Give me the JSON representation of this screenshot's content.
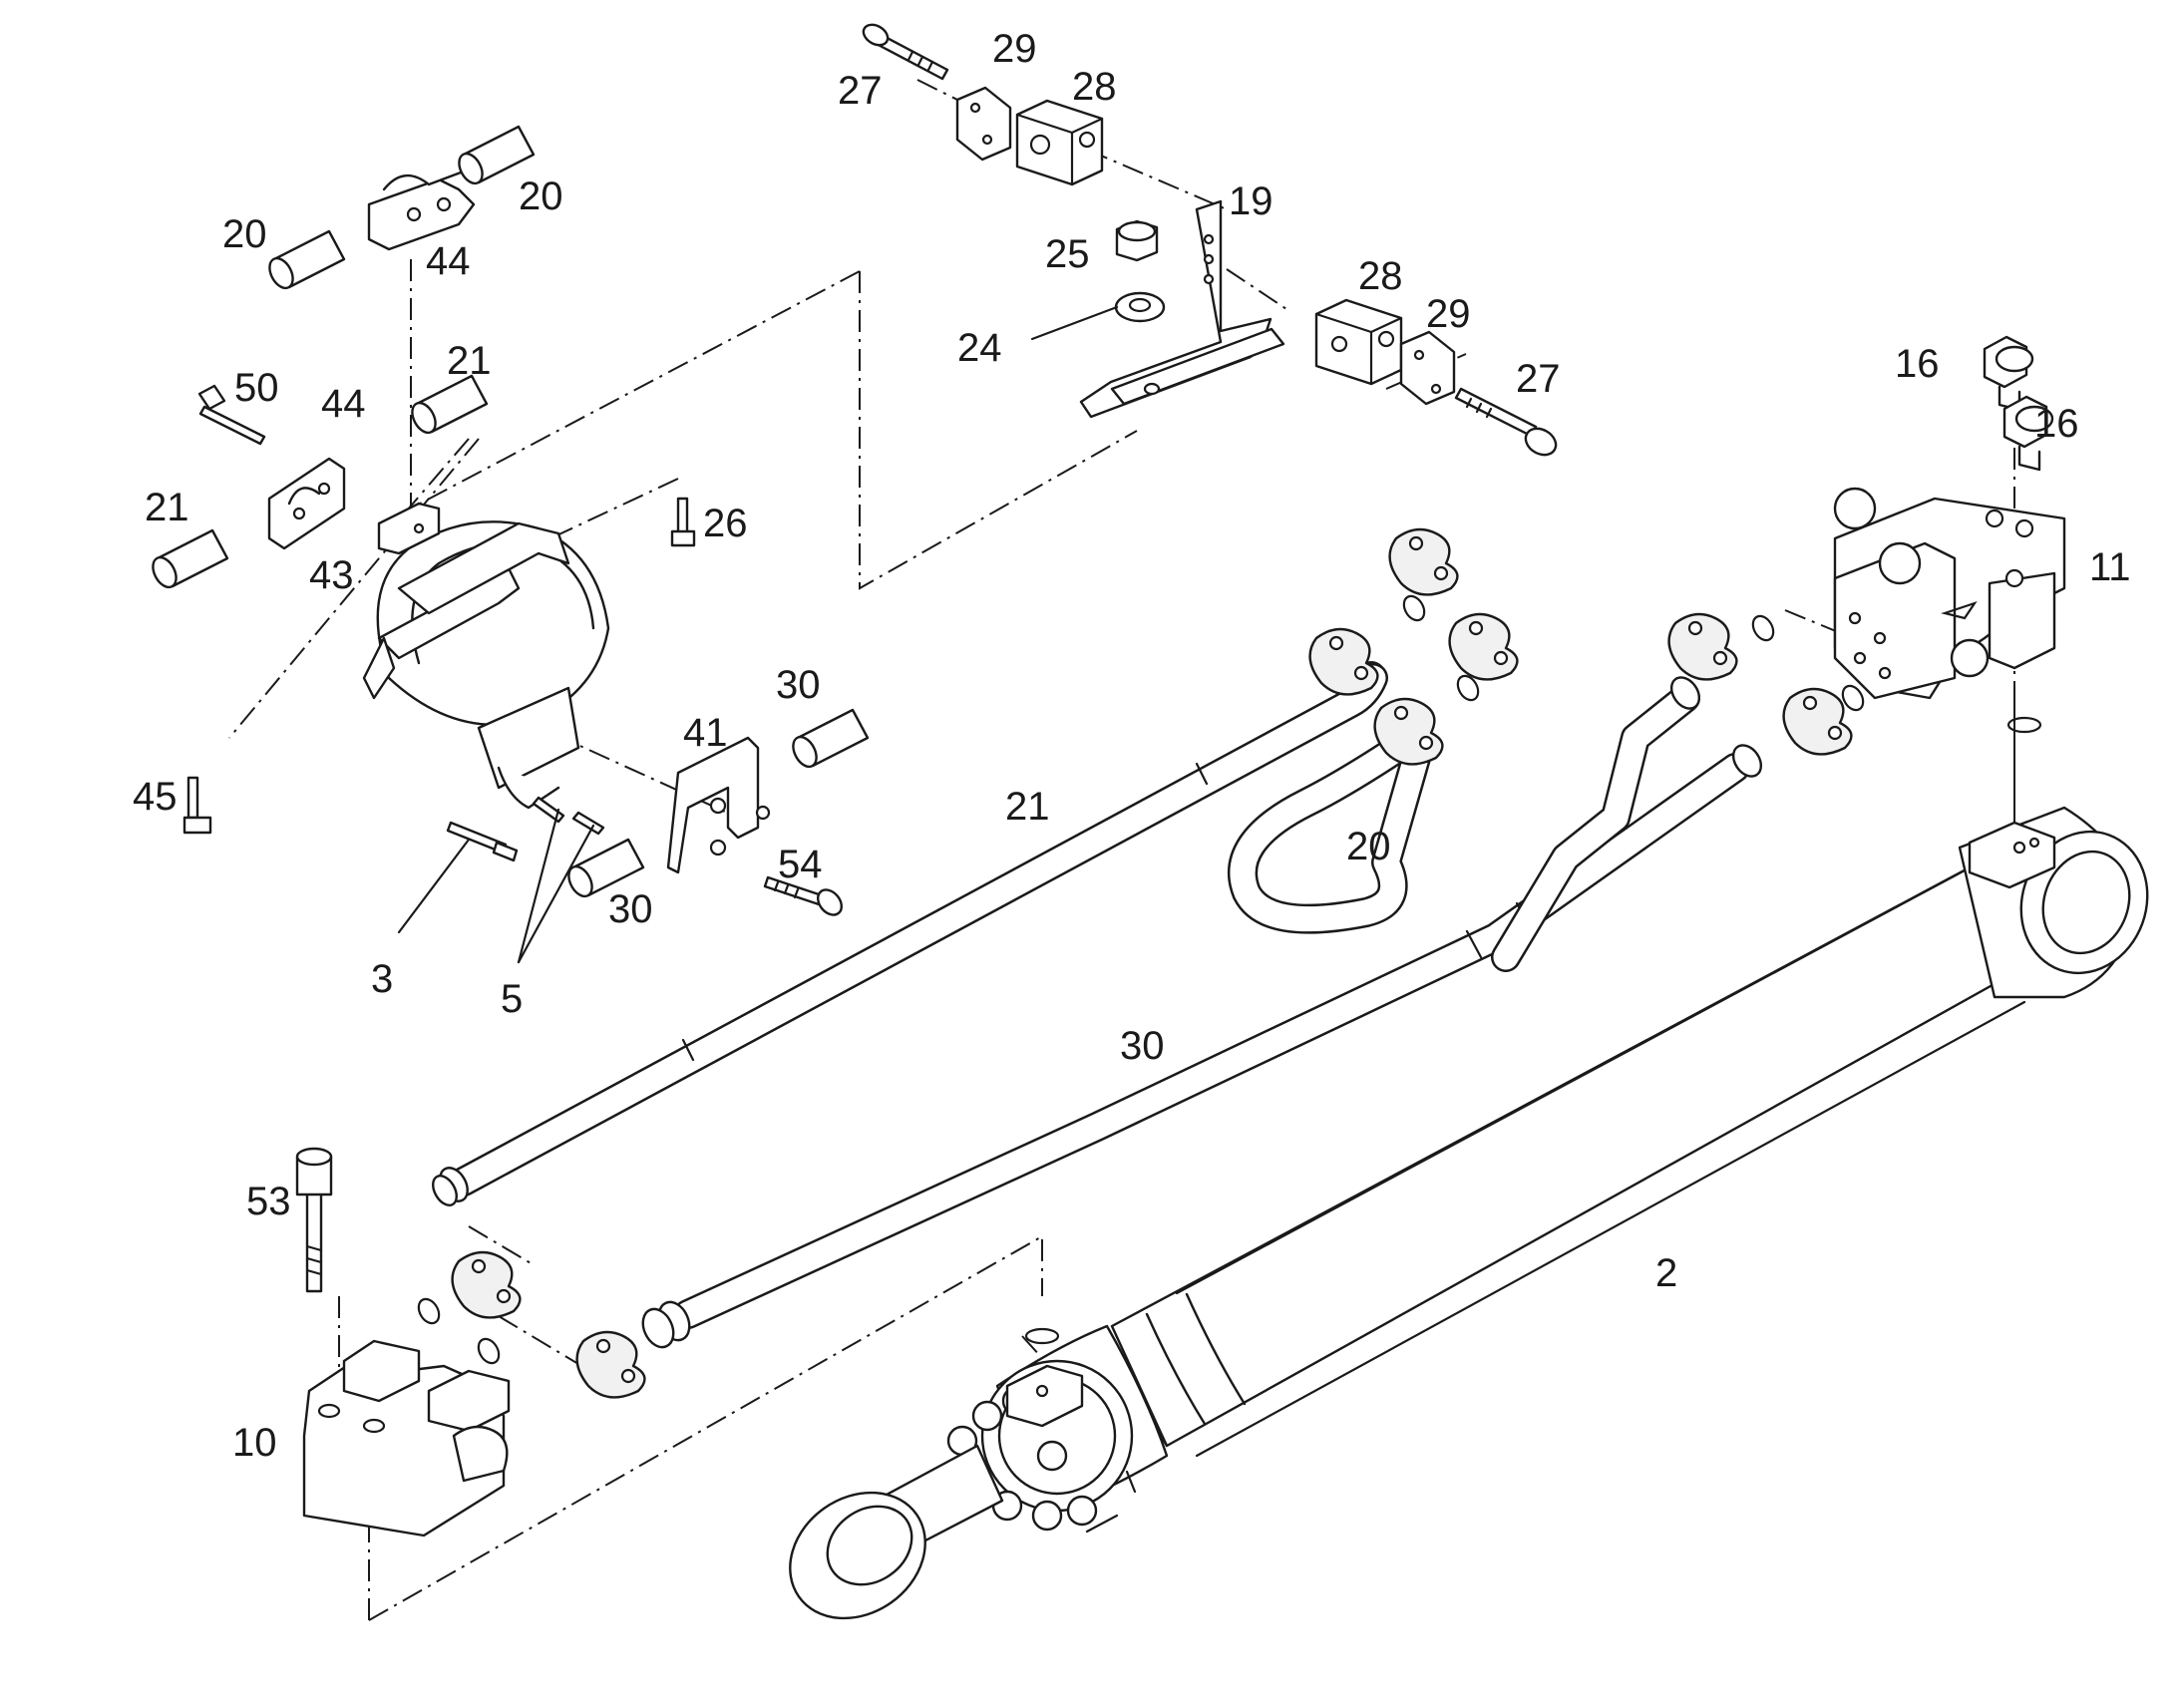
{
  "labels": {
    "l2": "2",
    "l3": "3",
    "l5": "5",
    "l10": "10",
    "l11": "11",
    "l16a": "16",
    "l16b": "16",
    "l19": "19",
    "l20a": "20",
    "l20b": "20",
    "l20c": "20",
    "l21a": "21",
    "l21b": "21",
    "l21c": "21",
    "l24": "24",
    "l25": "25",
    "l26": "26",
    "l27a": "27",
    "l27b": "27",
    "l28a": "28",
    "l28b": "28",
    "l29a": "29",
    "l29b": "29",
    "l30a": "30",
    "l30b": "30",
    "l30c": "30",
    "l41": "41",
    "l43": "43",
    "l44a": "44",
    "l44b": "44",
    "l45": "45",
    "l50": "50",
    "l53": "53",
    "l54": "54"
  }
}
